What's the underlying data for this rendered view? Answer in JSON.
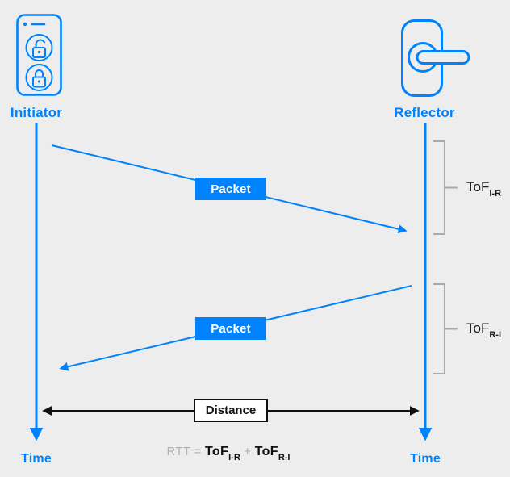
{
  "colors": {
    "blue": "#0082fc",
    "white": "#ffffff",
    "black": "#111111",
    "gray_bracket": "#a9a9a9",
    "gray_formula": "#b0b0b2",
    "background": "#ededed"
  },
  "initiator": {
    "label": "Initiator",
    "time_label": "Time"
  },
  "reflector": {
    "label": "Reflector",
    "time_label": "Time"
  },
  "packet_top": {
    "label": "Packet"
  },
  "packet_bottom": {
    "label": "Packet"
  },
  "tof_ir": {
    "base": "ToF",
    "subscript": "I-R"
  },
  "tof_ri": {
    "base": "ToF",
    "subscript": "R-I"
  },
  "distance": {
    "label": "Distance"
  },
  "formula": {
    "lhs": "RTT",
    "equals": "=",
    "term1": "ToF",
    "term1_sub": "I-R",
    "plus": "+",
    "term2": "ToF",
    "term2_sub": "R-I"
  }
}
